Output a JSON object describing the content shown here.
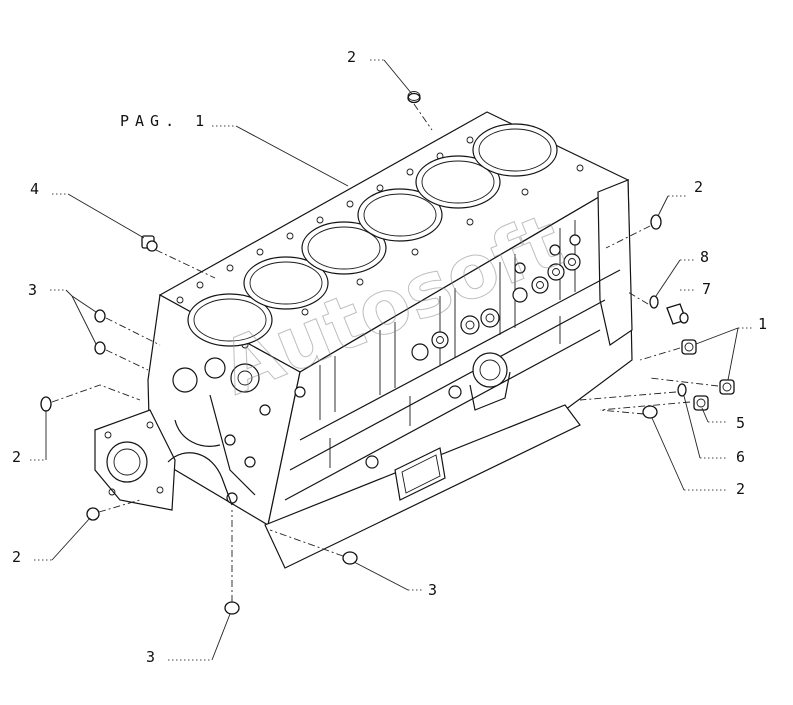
{
  "diagram": {
    "page_reference": "PAG. 1",
    "watermark_text": "Autosoft",
    "callouts": [
      {
        "id": "c-2-top",
        "label": "2"
      },
      {
        "id": "c-2-right-upper",
        "label": "2"
      },
      {
        "id": "c-4",
        "label": "4"
      },
      {
        "id": "c-8",
        "label": "8"
      },
      {
        "id": "c-7",
        "label": "7"
      },
      {
        "id": "c-3-left",
        "label": "3"
      },
      {
        "id": "c-1",
        "label": "1"
      },
      {
        "id": "c-5",
        "label": "5"
      },
      {
        "id": "c-6",
        "label": "6"
      },
      {
        "id": "c-2-left",
        "label": "2"
      },
      {
        "id": "c-2-right-lower",
        "label": "2"
      },
      {
        "id": "c-2-bottom-left",
        "label": "2"
      },
      {
        "id": "c-3-bottom-right",
        "label": "3"
      },
      {
        "id": "c-3-bottom",
        "label": "3"
      }
    ]
  }
}
